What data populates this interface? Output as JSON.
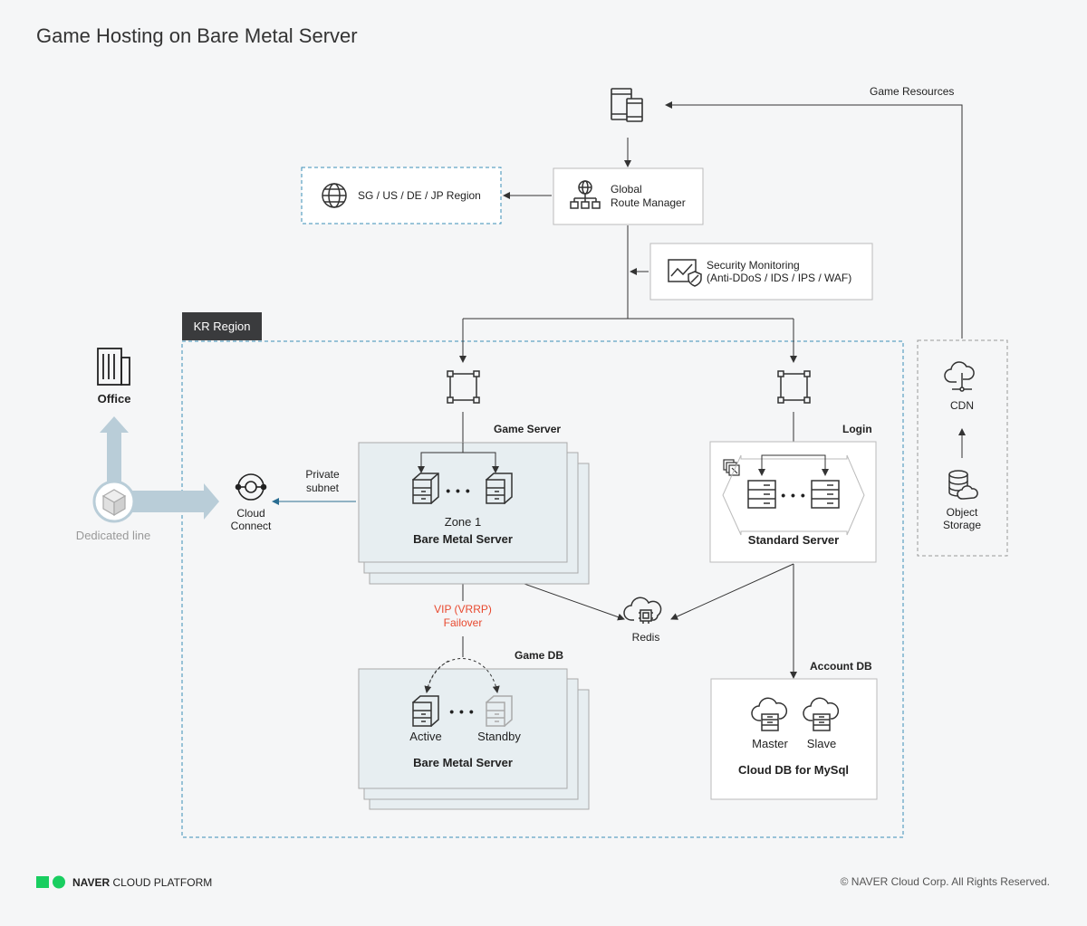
{
  "title": "Game Hosting on Bare Metal Server",
  "labels": {
    "game_resources": "Game Resources",
    "regions": "SG / US / DE / JP Region",
    "grm_line1": "Global",
    "grm_line2": "Route Manager",
    "sec_line1": "Security Monitoring",
    "sec_line2": "(Anti-DDoS / IDS / IPS / WAF)",
    "kr_region": "KR Region",
    "office": "Office",
    "dedicated_line": "Dedicated line",
    "cloud_connect_1": "Cloud",
    "cloud_connect_2": "Connect",
    "private_subnet_1": "Private",
    "private_subnet_2": "subnet",
    "game_server": "Game Server",
    "zone1": "Zone 1",
    "bare_metal_server": "Bare Metal Server",
    "login": "Login",
    "standard_server": "Standard Server",
    "vip_1": "VIP (VRRP)",
    "vip_2": "Failover",
    "redis": "Redis",
    "game_db": "Game DB",
    "active": "Active",
    "standby": "Standby",
    "bare_metal_server_db": "Bare Metal Server",
    "account_db": "Account DB",
    "master": "Master",
    "slave": "Slave",
    "cloud_db": "Cloud DB for MySql",
    "cdn": "CDN",
    "obj_1": "Object",
    "obj_2": "Storage",
    "dots": "• • •"
  },
  "footer": {
    "brand_bold": "NAVER",
    "brand_rest": " CLOUD PLATFORM",
    "copyright": "© NAVER Cloud Corp. All Rights Reserved."
  },
  "colors": {
    "accent_red": "#e8492f",
    "dashed_blue": "#3a8fb7",
    "link_blue": "#2a6d92",
    "server_fill": "#e7eef1",
    "arrow_light": "#b9cdd8",
    "logo_green": "#19ce60"
  }
}
